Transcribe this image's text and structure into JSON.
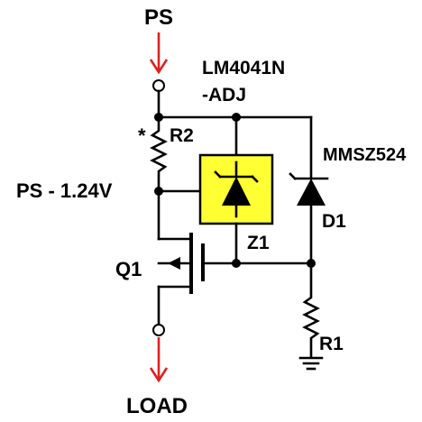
{
  "colors": {
    "wire": "#000000",
    "arrow": "#e02020",
    "zener_fill": "#ffff33",
    "diode_fill": "#000000"
  },
  "labels": {
    "ps": "PS",
    "ic_line1": "LM4041N",
    "ic_line2": "-ADJ",
    "r2": "R2",
    "asterisk": "*",
    "ps_minus": "PS - 1.24V",
    "mmsz": "MMSZ524",
    "d1": "D1",
    "z1": "Z1",
    "q1": "Q1",
    "r1": "R1",
    "load": "LOAD"
  },
  "icons": {
    "ps_arrow": "red-down-arrow",
    "load_arrow": "red-down-arrow",
    "ground": "ground-symbol",
    "terminal": "open-circle-terminal"
  }
}
